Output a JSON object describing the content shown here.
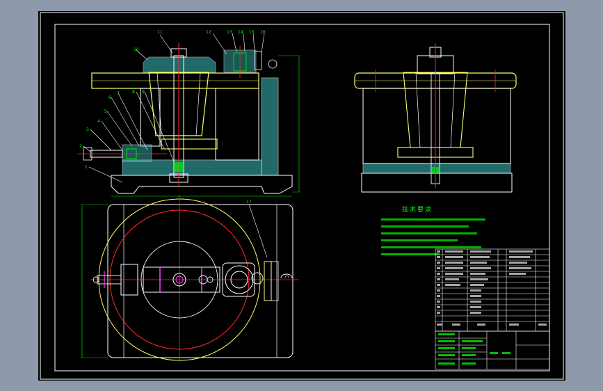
{
  "colors": {
    "background": "#8e9aab",
    "sheet": "#000000",
    "line": "#ffffff",
    "yellow": "#ffff66",
    "red": "#ff2a2a",
    "green": "#00ff00",
    "cyan": "#4fc3b8",
    "magenta": "#ff40ff",
    "hatch": "#3fbfbf"
  },
  "tech_requirements": {
    "title": "技术要求"
  },
  "callouts": {
    "top": [
      "11",
      "12",
      "13",
      "14",
      "15",
      "16"
    ],
    "left": [
      "10",
      "9",
      "8",
      "7",
      "6",
      "5",
      "4",
      "3",
      "2",
      "1"
    ],
    "plan": "17"
  }
}
